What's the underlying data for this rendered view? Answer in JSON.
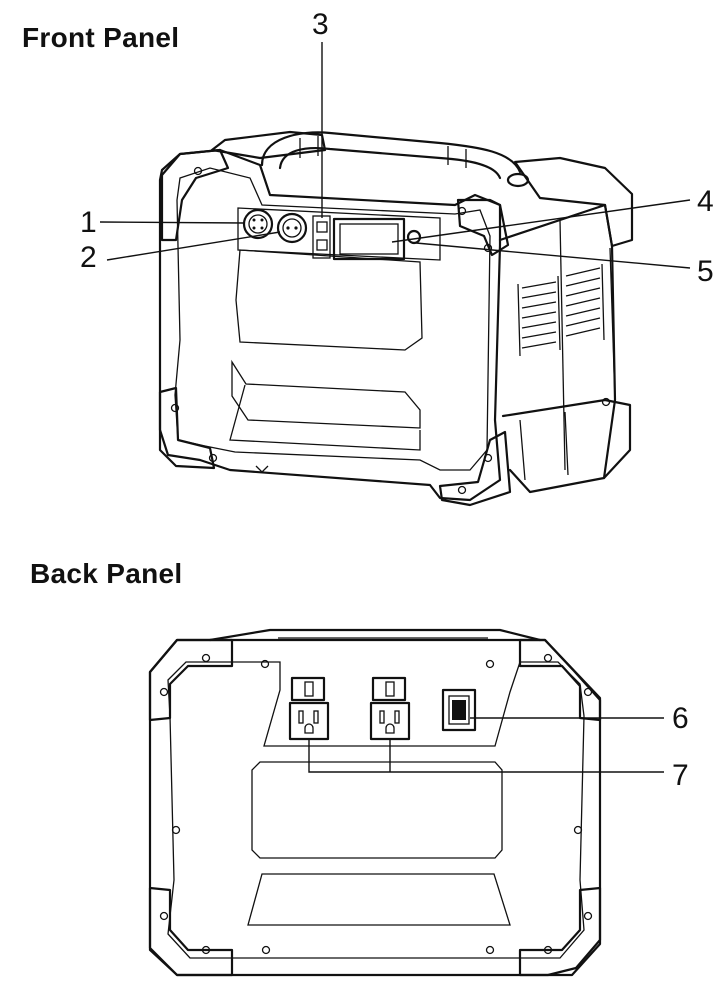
{
  "front_panel": {
    "title": "Front Panel",
    "callouts": {
      "c1": "1",
      "c2": "2",
      "c3": "3",
      "c4": "4",
      "c5": "5"
    }
  },
  "back_panel": {
    "title": "Back Panel",
    "callouts": {
      "c6": "6",
      "c7": "7"
    }
  }
}
